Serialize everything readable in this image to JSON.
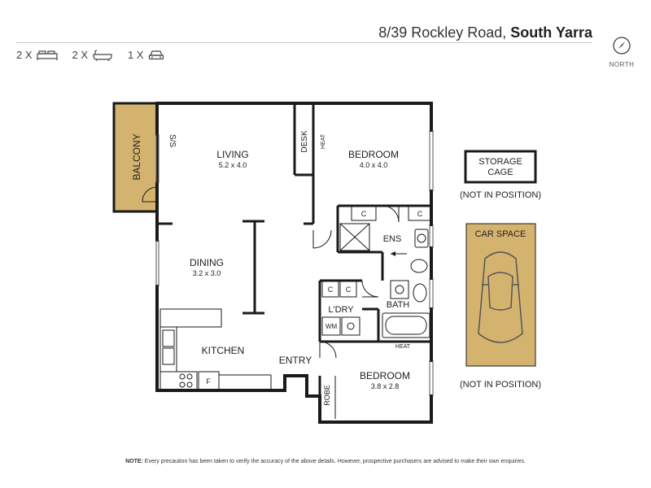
{
  "header": {
    "address": "8/39 Rockley Road, ",
    "suburb": "South Yarra"
  },
  "stats": {
    "bedrooms": "2 X",
    "bathrooms": "2 X",
    "carspaces": "1 X"
  },
  "north": {
    "label": "NORTH"
  },
  "rooms": {
    "balcony": "BALCONY",
    "ss": "S/S",
    "living": "LIVING",
    "living_dim": "5.2 x 4.0",
    "desk": "DESK",
    "heat1": "HEAT",
    "bedroom1": "BEDROOM",
    "bedroom1_dim": "4.0 x 4.0",
    "c1": "C",
    "c2": "C",
    "ens": "ENS",
    "dining": "DINING",
    "dining_dim": "3.2 x 3.0",
    "c3": "C",
    "c4": "C",
    "ldry": "L'DRY",
    "bath": "BATH",
    "wm": "WM",
    "heat2": "HEAT",
    "kitchen": "KITCHEN",
    "fridge": "F",
    "entry": "ENTRY",
    "bedroom2": "BEDROOM",
    "bedroom2_dim": "3.8 x 2.8",
    "robe": "ROBE"
  },
  "extras": {
    "storage_line1": "STORAGE",
    "storage_line2": "CAGE",
    "storage_note": "(NOT IN POSITION)",
    "car_space": "CAR SPACE",
    "car_note": "(NOT IN POSITION)"
  },
  "footer": {
    "note_label": "NOTE:",
    "note_text": " Every precaution has been taken to verify the accuracy of the above details. However, prospective purchasers are advised to make their own enquiries."
  },
  "colors": {
    "balcony_fill": "#d4b36f",
    "car_fill": "#d4b36f",
    "wall": "#1a1a1a"
  }
}
